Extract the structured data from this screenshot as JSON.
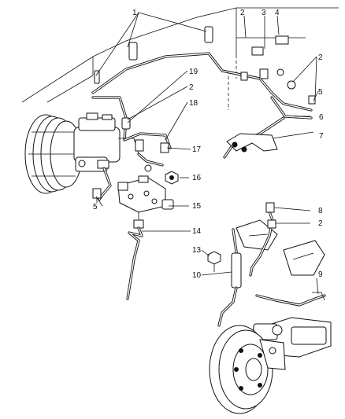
{
  "diagram": {
    "callouts": [
      {
        "id": "1",
        "text": "1"
      },
      {
        "id": "2a",
        "text": "2"
      },
      {
        "id": "3",
        "text": "3"
      },
      {
        "id": "4",
        "text": "4"
      },
      {
        "id": "2b",
        "text": "2"
      },
      {
        "id": "5a",
        "text": "5"
      },
      {
        "id": "6",
        "text": "6"
      },
      {
        "id": "7",
        "text": "7"
      },
      {
        "id": "19",
        "text": "19"
      },
      {
        "id": "2c",
        "text": "2"
      },
      {
        "id": "18",
        "text": "18"
      },
      {
        "id": "17",
        "text": "17"
      },
      {
        "id": "16",
        "text": "16"
      },
      {
        "id": "15",
        "text": "15"
      },
      {
        "id": "5b",
        "text": "5"
      },
      {
        "id": "14",
        "text": "14"
      },
      {
        "id": "8",
        "text": "8"
      },
      {
        "id": "2d",
        "text": "2"
      },
      {
        "id": "13",
        "text": "13"
      },
      {
        "id": "10",
        "text": "10"
      },
      {
        "id": "9",
        "text": "9"
      }
    ]
  }
}
